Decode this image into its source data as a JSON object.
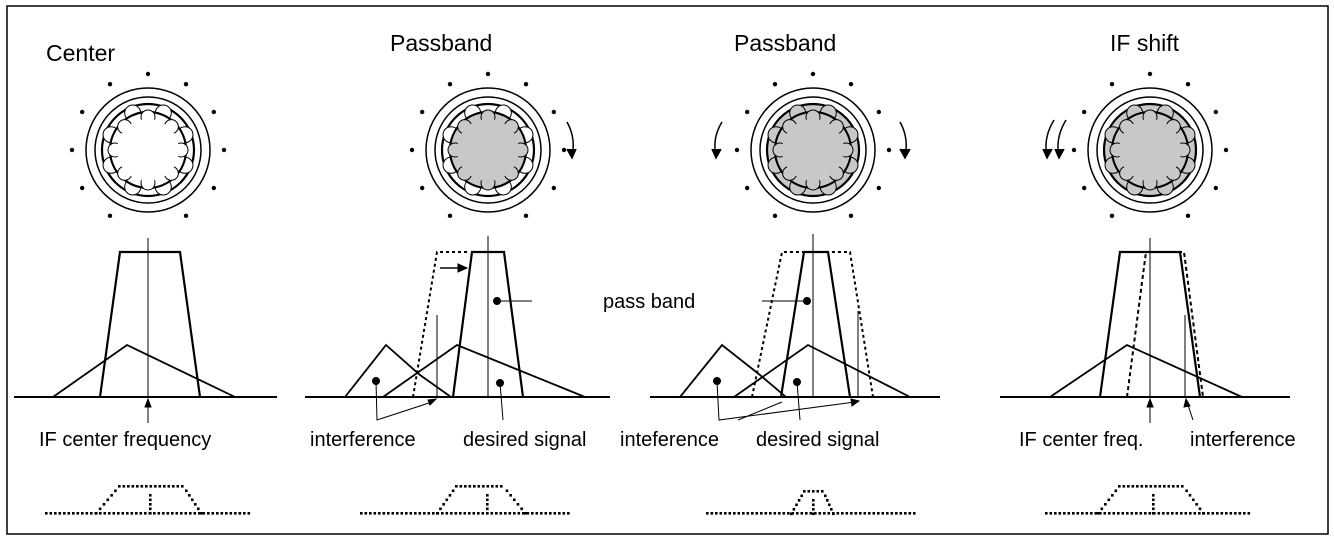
{
  "panels": [
    {
      "title": "Center",
      "knob_state": "center"
    },
    {
      "title": "Passband",
      "knob_state": "narrow_cw"
    },
    {
      "title": "Passband",
      "knob_state": "narrow_both"
    },
    {
      "title": "IF shift",
      "knob_state": "shift_ccw"
    }
  ],
  "annotations": {
    "if_center_frequency": "IF center frequency",
    "interference_1": "interference",
    "desired_signal_1": "desired signal",
    "pass_band": "pass band",
    "inteference_2": "inteference",
    "desired_signal_2": "desired signal",
    "if_center_freq": "IF center freq.",
    "interference_3": "interference"
  },
  "colors": {
    "line": "#000000",
    "knob_fill": "#c8c8c8",
    "background": "#ffffff"
  }
}
